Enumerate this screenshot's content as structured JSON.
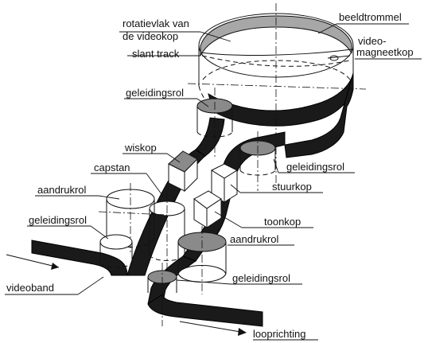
{
  "labels": {
    "beeldtrommel": "beeldtrommel",
    "rotatievlak_1": "rotatievlak van",
    "rotatievlak_2": "de videokop",
    "video_magneetkop_1": "video-",
    "video_magneetkop_2": "magneetkop",
    "slant_track": "slant track",
    "geleidingsrol_top": "geleidingsrol",
    "wiskop": "wiskop",
    "capstan": "capstan",
    "aandrukrol_left": "aandrukrol",
    "geleidingsrol_left": "geleidingsrol",
    "geleidingsrol_right": "geleidingsrol",
    "stuurkop": "stuurkop",
    "toonkop": "toonkop",
    "aandrukrol_right": "aandrukrol",
    "geleidingsrol_bottom": "geleidingsrol",
    "videoband": "videoband",
    "looprichting": "looprichting"
  },
  "colors": {
    "tape": "#1a1a1a",
    "hatch": "#8a8a8a",
    "ink": "#111111",
    "background": "#ffffff"
  }
}
